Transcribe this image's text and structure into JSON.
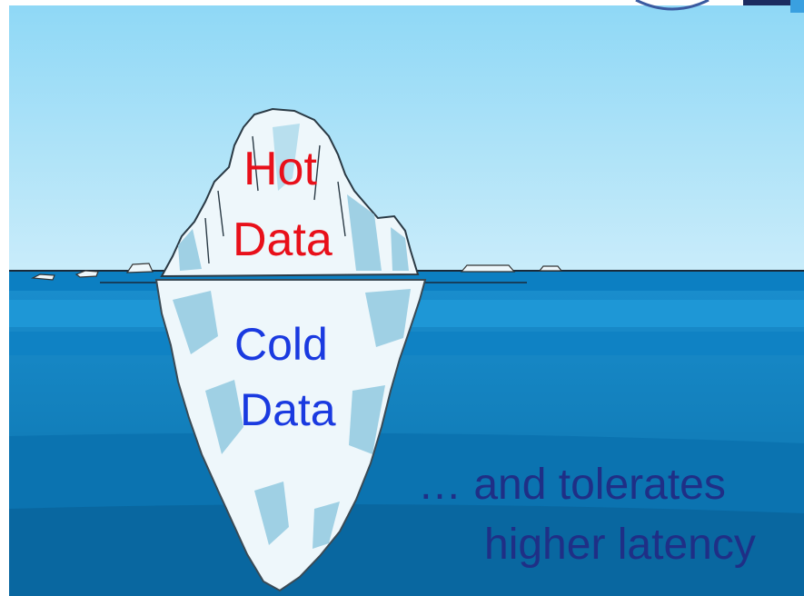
{
  "labels": {
    "hot_line1": "Hot",
    "hot_line2": "Data",
    "cold_line1": "Cold",
    "cold_line2": "Data",
    "tagline_line1": "… and tolerates",
    "tagline_line2": "higher latency"
  },
  "colors": {
    "hot": "#e8101a",
    "cold": "#1a3ae0",
    "tagline": "#1f2f86",
    "sky_top": "#8fd8f6",
    "sky_bottom": "#c9ecfa",
    "water_top": "#1a8fcf",
    "water_bottom": "#0a6ea6",
    "ice": "#eef7fb",
    "ice_shadow": "#9fd0e4"
  }
}
